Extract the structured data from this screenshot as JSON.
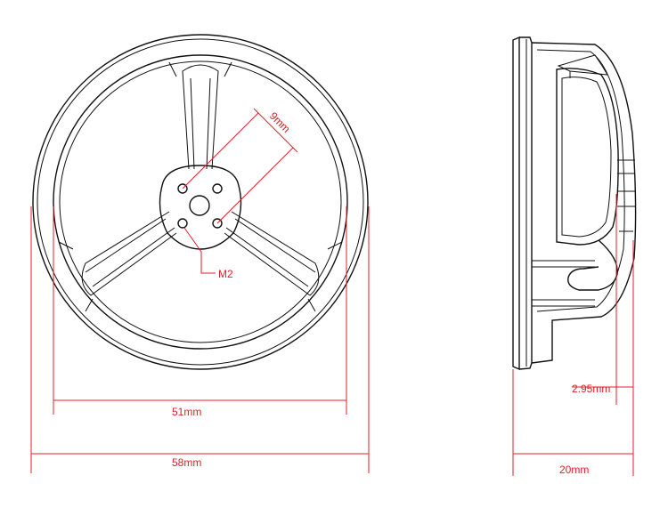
{
  "colors": {
    "outline": "#111111",
    "dimension": "#e0202a",
    "background": "#ffffff"
  },
  "dimensions": {
    "hole_spacing": "9mm",
    "thread": "M2",
    "inner_diameter": "51mm",
    "outer_diameter": "58mm",
    "depth_offset": "2.95mm",
    "height": "20mm"
  }
}
